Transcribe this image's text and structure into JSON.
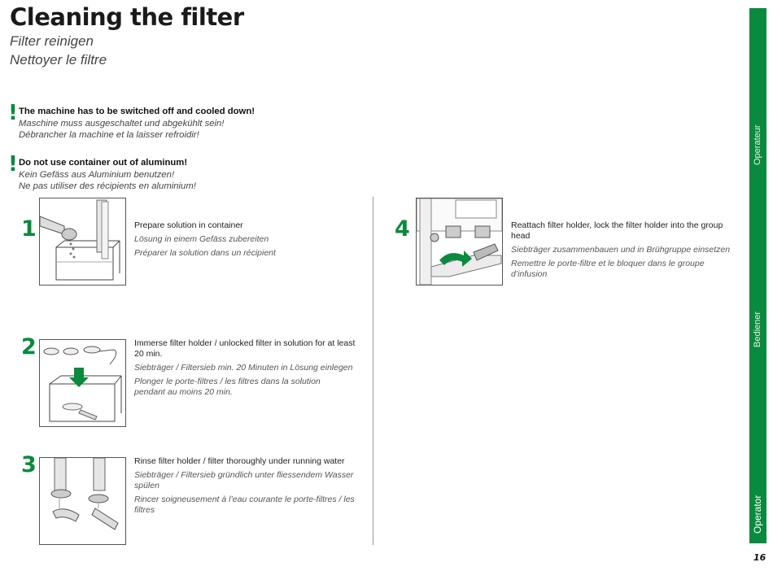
{
  "header": {
    "title": "Cleaning the filter",
    "subtitle_de": "Filter reinigen",
    "subtitle_fr": "Nettoyer le filtre"
  },
  "warnings": [
    {
      "en": "The machine has to be switched off and cooled down!",
      "de": "Maschine muss ausgeschaltet und abgekühlt sein!",
      "fr": "Débrancher la machine et la laisser refroidir!"
    },
    {
      "en": "Do not use container out of aluminum!",
      "de": "Kein Gefäss aus Aluminium benutzen!",
      "fr": "Ne pas utiliser des récipients en aluminium!"
    }
  ],
  "warning_symbol": "!",
  "steps": [
    {
      "number": "1",
      "en": "Prepare solution in container",
      "de": "Lösung in einem Gefäss zubereiten",
      "fr": "Préparer la solution dans un récipient"
    },
    {
      "number": "2",
      "en": "Immerse filter holder / unlocked filter in solution for at least 20 min.",
      "de": "Siebträger / Filtersieb min. 20 Minuten in Lösung einlegen",
      "fr": "Plonger le porte-filtres / les filtres dans la solution pendant au moins 20 min."
    },
    {
      "number": "3",
      "en": "Rinse filter holder / filter thoroughly under running water",
      "de": "Siebträger / Filtersieb gründlich unter fliessendem Wasser spülen",
      "fr": "Rincer soigneusement à l’eau courante le porte-filtres / les filtres"
    },
    {
      "number": "4",
      "en": "Reattach filter holder, lock the filter holder into the group head",
      "de": "Siebträger zusammenbauen und in Brühgruppe einsetzen",
      "fr": "Remettre le porte-filtre et le bloquer dans le groupe d’infusion"
    }
  ],
  "sidebar": {
    "label_fr": "Operateur",
    "label_de": "Bediener",
    "label_en": "Operator",
    "color": "#0a8a3e"
  },
  "page_number": "16",
  "accent_color": "#0a8a3e"
}
